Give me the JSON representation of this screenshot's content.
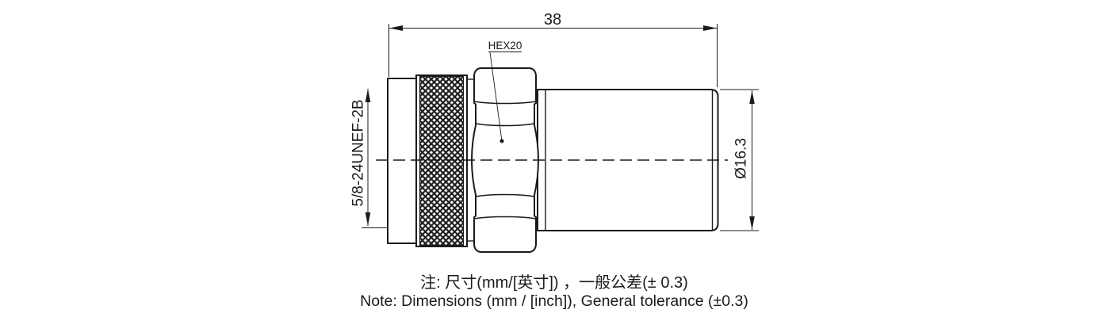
{
  "drawing": {
    "type": "technical-drawing",
    "subject": "coaxial connector side view",
    "dimensions": {
      "overall_length": "38",
      "hex_callout": "HEX20",
      "thread_spec": "5/8-24UNEF-2B",
      "body_diameter": "Ø16.3"
    },
    "notes": {
      "zh": "注: 尺寸(mm/[英寸]) ，一般公差(± 0.3)",
      "en": "Note: Dimensions (mm / [inch]), General tolerance (±0.3)"
    },
    "colors": {
      "line": "#1b1b1b",
      "background": "#ffffff"
    }
  }
}
